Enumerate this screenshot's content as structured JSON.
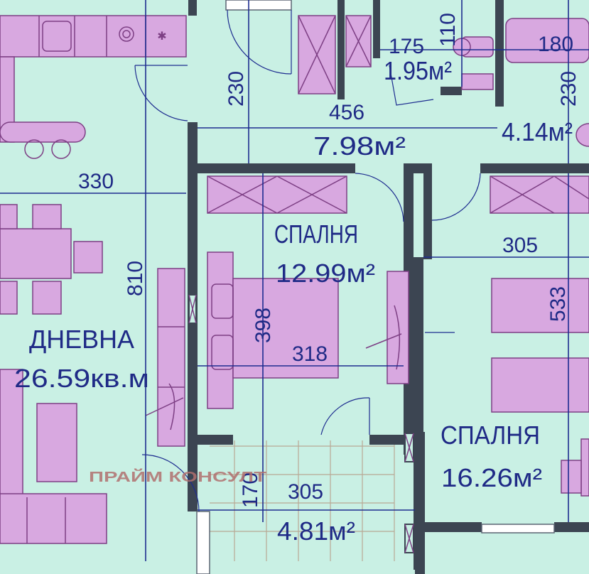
{
  "rooms": {
    "living": {
      "name": "ДНЕВНА",
      "area": "26.59кв.м"
    },
    "bedroom1": {
      "name": "СПАЛНЯ",
      "area": "12.99м²"
    },
    "bedroom2": {
      "name": "СПАЛНЯ",
      "area": "16.26м²"
    },
    "hall": {
      "area": "7.98м²"
    },
    "wc": {
      "area": "1.95м²"
    },
    "bath": {
      "area": "4.14м²"
    },
    "balcony": {
      "area": "4.81м²"
    }
  },
  "dimensions": {
    "living_width": "330",
    "living_depth": "810",
    "hall_width": "456",
    "hall_depth": "230",
    "wc_width": "175",
    "wc_depth": "110",
    "bath_width": "180",
    "bath_depth": "230",
    "bedroom1_depth": "398",
    "bedroom1_width": "318",
    "bedroom2_width": "305",
    "bedroom2_depth": "533",
    "balcony_width": "305",
    "balcony_depth": "170"
  },
  "watermark": "ПРАЙМ КОНСУЛТ",
  "colors": {
    "floor": "#c9f0e4",
    "wall": "#3c4552",
    "furniture": "#d8a8e0",
    "furniture_outline": "#7d3f84",
    "dimension_line": "#1d2c8f",
    "label": "#1f2a86",
    "watermark": "#b0706e"
  }
}
